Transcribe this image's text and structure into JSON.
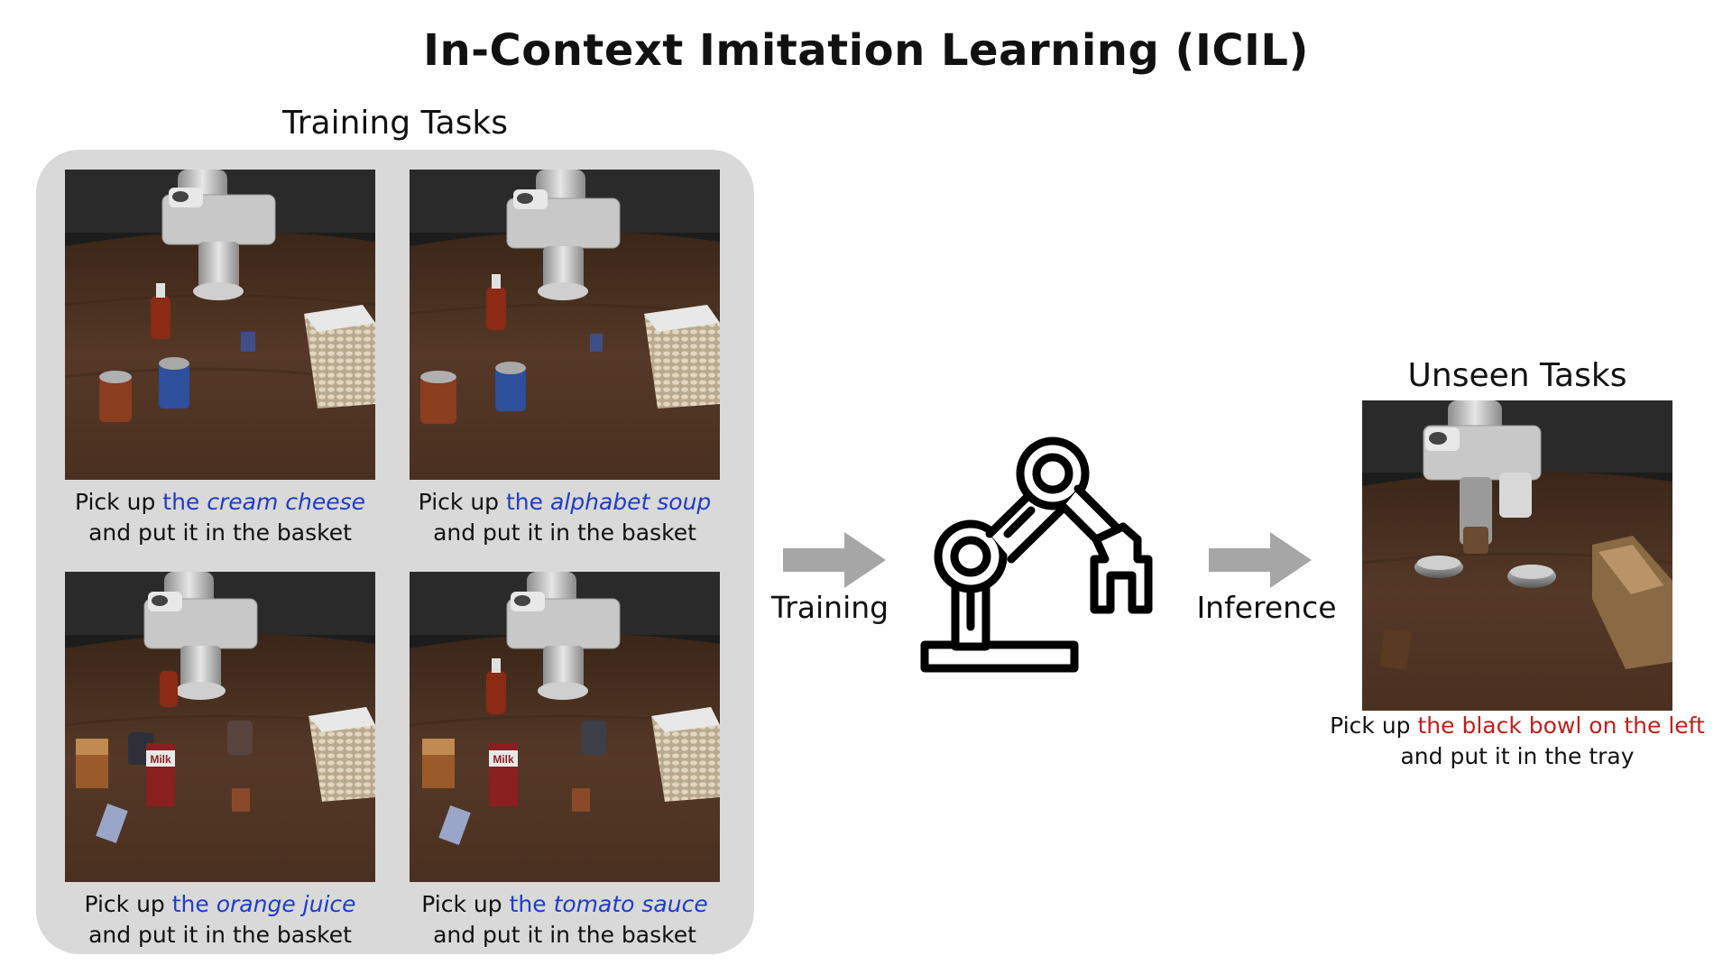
{
  "title": "In-Context Imitation Learning (ICIL)",
  "training": {
    "label": "Training Tasks",
    "tasks": [
      {
        "prefix": "Pick up",
        "highlight_plain": "the",
        "highlight_italic": "cream cheese",
        "line2": "and put it in the basket"
      },
      {
        "prefix": "Pick up",
        "highlight_plain": "the",
        "highlight_italic": "alphabet soup",
        "line2": "and put it in the basket"
      },
      {
        "prefix": "Pick up",
        "highlight_plain": "the",
        "highlight_italic": "orange juice",
        "line2": "and put it in the basket"
      },
      {
        "prefix": "Pick up",
        "highlight_plain": "the",
        "highlight_italic": "tomato sauce",
        "line2": "and put it in the basket"
      }
    ],
    "milk_label": "Milk"
  },
  "flow": {
    "training_label": "Training",
    "inference_label": "Inference"
  },
  "unseen": {
    "label": "Unseen Tasks",
    "prefix": "Pick up",
    "highlight_italic": "the black bowl on the left",
    "line2": "and put it in the tray"
  },
  "colors": {
    "highlight_blue": "#1f3cc8",
    "highlight_red": "#c0201b",
    "panel_gray": "#d9d9d9",
    "arrow_gray": "#a6a6a6",
    "table_wood": "#4a3222"
  },
  "icons": {
    "robot": "robot-arm-icon",
    "arrow": "right-arrow-icon"
  }
}
